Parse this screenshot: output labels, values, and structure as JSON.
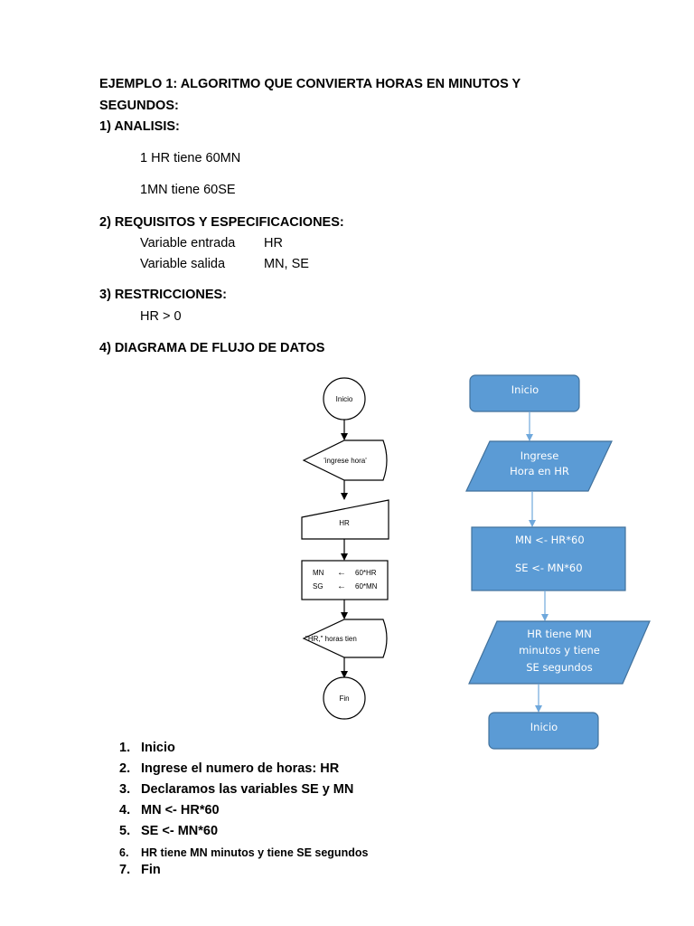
{
  "title_line1": "EJEMPLO 1: ALGORITMO QUE CONVIERTA HORAS EN MINUTOS Y",
  "title_line2": "SEGUNDOS:",
  "analysis": {
    "heading": "1) ANALISIS:",
    "line1": "1 HR tiene 60MN",
    "line2": "1MN tiene 60SE"
  },
  "requirements": {
    "heading": "2) REQUISITOS Y ESPECIFICACIONES:",
    "input_label": "Variable entrada",
    "input_value": "HR",
    "output_label": "Variable salida",
    "output_value": "MN, SE"
  },
  "restrictions": {
    "heading": "3) RESTRICCIONES:",
    "rule": "HR > 0"
  },
  "diagram_heading": "4) DIAGRAMA DE FLUJO DE DATOS",
  "flow_left": {
    "start": "Inicio",
    "prompt": "'ingrese hora'",
    "input": "HR",
    "assign1_var": "MN",
    "assign1_expr": "60*HR",
    "assign2_var": "SG",
    "assign2_expr": "60*MN",
    "arrow": "←",
    "output": "\"HR,\" horas tien",
    "end": "Fin"
  },
  "flow_right": {
    "start": "Inicio",
    "input_line1": "Ingrese",
    "input_line2": "Hora en HR",
    "process_line1": "MN <- HR*60",
    "process_line2": "SE <- MN*60",
    "output_line1": "HR tiene MN",
    "output_line2": "minutos y tiene",
    "output_line3": "SE segundos",
    "end": "Inicio",
    "fill_color": "#5b9bd5",
    "stroke_color": "#41719c"
  },
  "steps": [
    {
      "num": "1.",
      "text": "Inicio"
    },
    {
      "num": "2.",
      "text": "Ingrese el numero de horas: HR"
    },
    {
      "num": "3.",
      "text": "Declaramos las variables SE y MN"
    },
    {
      "num": "4.",
      "text": "MN  <- HR*60"
    },
    {
      "num": "5.",
      "text": "SE  <- MN*60"
    },
    {
      "num": "6.",
      "text": "HR tiene MN minutos y tiene SE segundos"
    },
    {
      "num": "7.",
      "text": "Fin"
    }
  ]
}
